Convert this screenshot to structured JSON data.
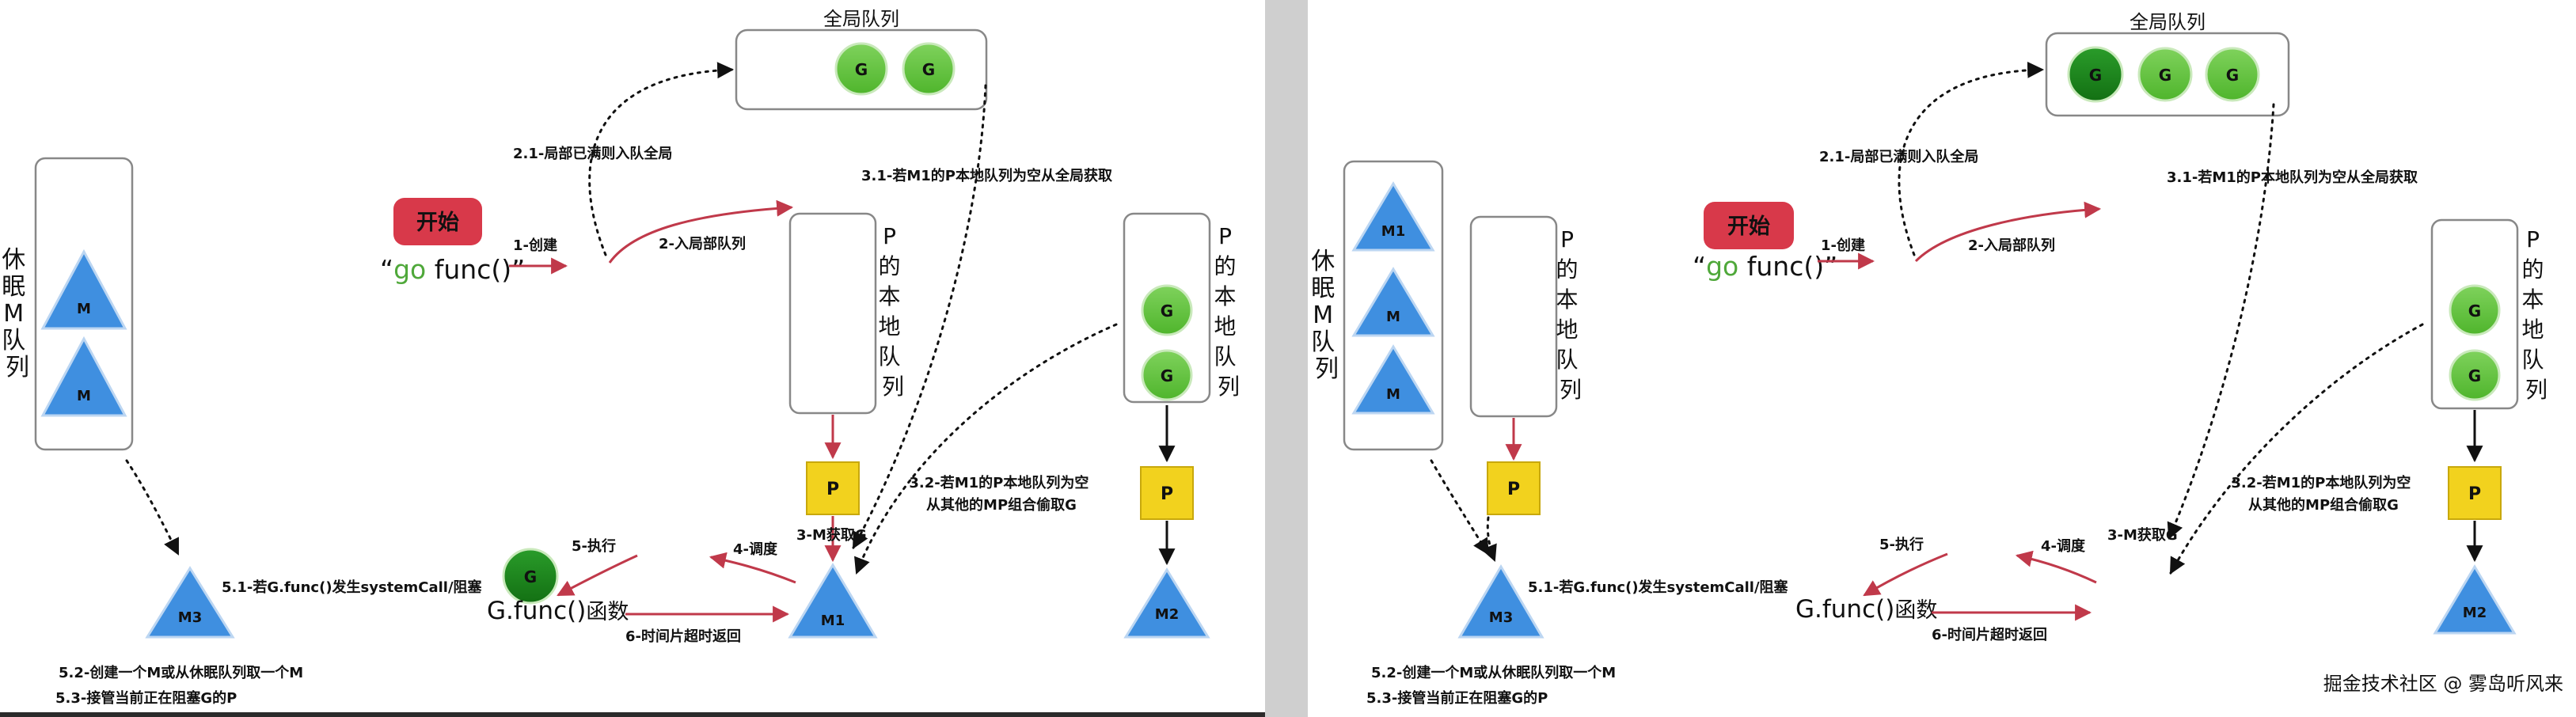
{
  "watermark": "掘金技术社区 @ 雾岛听风来",
  "panels": [
    {
      "global_queue_label": "全局队列",
      "global_queue_items": [
        "G",
        "G"
      ],
      "start_badge": "开始",
      "go_kw": "go",
      "func_call": " func()",
      "step_1": "1-创建",
      "step_2": "2-入局部队列",
      "step_2_1": "2.1-局部已满则入队全局",
      "step_3_1": "3.1-若M1的P本地队列为空从全局获取",
      "sleep_queue_label": [
        "休",
        "眠",
        "M",
        "队",
        "列"
      ],
      "sleep_m": [
        "M",
        "M"
      ],
      "p1_label": [
        "P",
        "的",
        "本",
        "地",
        "队",
        "列"
      ],
      "p2_label": [
        "P",
        "的",
        "本",
        "地",
        "队",
        "列"
      ],
      "p2_items": [
        "G",
        "G"
      ],
      "p_box": "P",
      "step_3_2_a": "3.2-若M1的P本地队列为空",
      "step_3_2_b": "从其他的MP组合偷取G",
      "step_3": "3-M获取G",
      "step_4": "4-调度",
      "step_5": "5-执行",
      "running_g": "G",
      "gfunc_a": "G.func()",
      "gfunc_b": "函数",
      "m1": "M1",
      "m2": "M2",
      "m3": "M3",
      "step_5_1": "5.1-若G.func()发生systemCall/阻塞",
      "step_6": "6-时间片超时返回",
      "step_5_2": "5.2-创建一个M或从休眠队列取一个M",
      "step_5_3": "5.3-接管当前正在阻塞G的P"
    },
    {
      "global_queue_label": "全局队列",
      "global_queue_items": [
        "G",
        "G",
        "G"
      ],
      "start_badge": "开始",
      "go_kw": "go",
      "func_call": " func()",
      "step_1": "1-创建",
      "step_2": "2-入局部队列",
      "step_2_1": "2.1-局部已满则入队全局",
      "step_3_1": "3.1-若M1的P本地队列为空从全局获取",
      "sleep_queue_label": [
        "休",
        "眠",
        "M",
        "队",
        "列"
      ],
      "sleep_m": [
        "M1",
        "M",
        "M"
      ],
      "p1_label": [
        "P",
        "的",
        "本",
        "地",
        "队",
        "列"
      ],
      "p2_label": [
        "P",
        "的",
        "本",
        "地",
        "队",
        "列"
      ],
      "p2_items": [
        "G",
        "G"
      ],
      "p_box": "P",
      "step_3_2_a": "3.2-若M1的P本地队列为空",
      "step_3_2_b": "从其他的MP组合偷取G",
      "step_3": "3-M获取G",
      "step_4": "4-调度",
      "step_5": "5-执行",
      "gfunc_a": "G.func()",
      "gfunc_b": "函数",
      "m2": "M2",
      "m3": "M3",
      "step_5_1": "5.1-若G.func()发生systemCall/阻塞",
      "step_6": "6-时间片超时返回",
      "step_5_2": "5.2-创建一个M或从休眠队列取一个M",
      "step_5_3": "5.3-接管当前正在阻塞G的P"
    }
  ],
  "colors": {
    "g_green": "#5ec43a",
    "g_dark": "#1f8a1f",
    "m_blue": "#3f8fe0",
    "p_yellow": "#f2d21e",
    "start_red": "#d8394a",
    "arrow_red": "#c0394a"
  }
}
